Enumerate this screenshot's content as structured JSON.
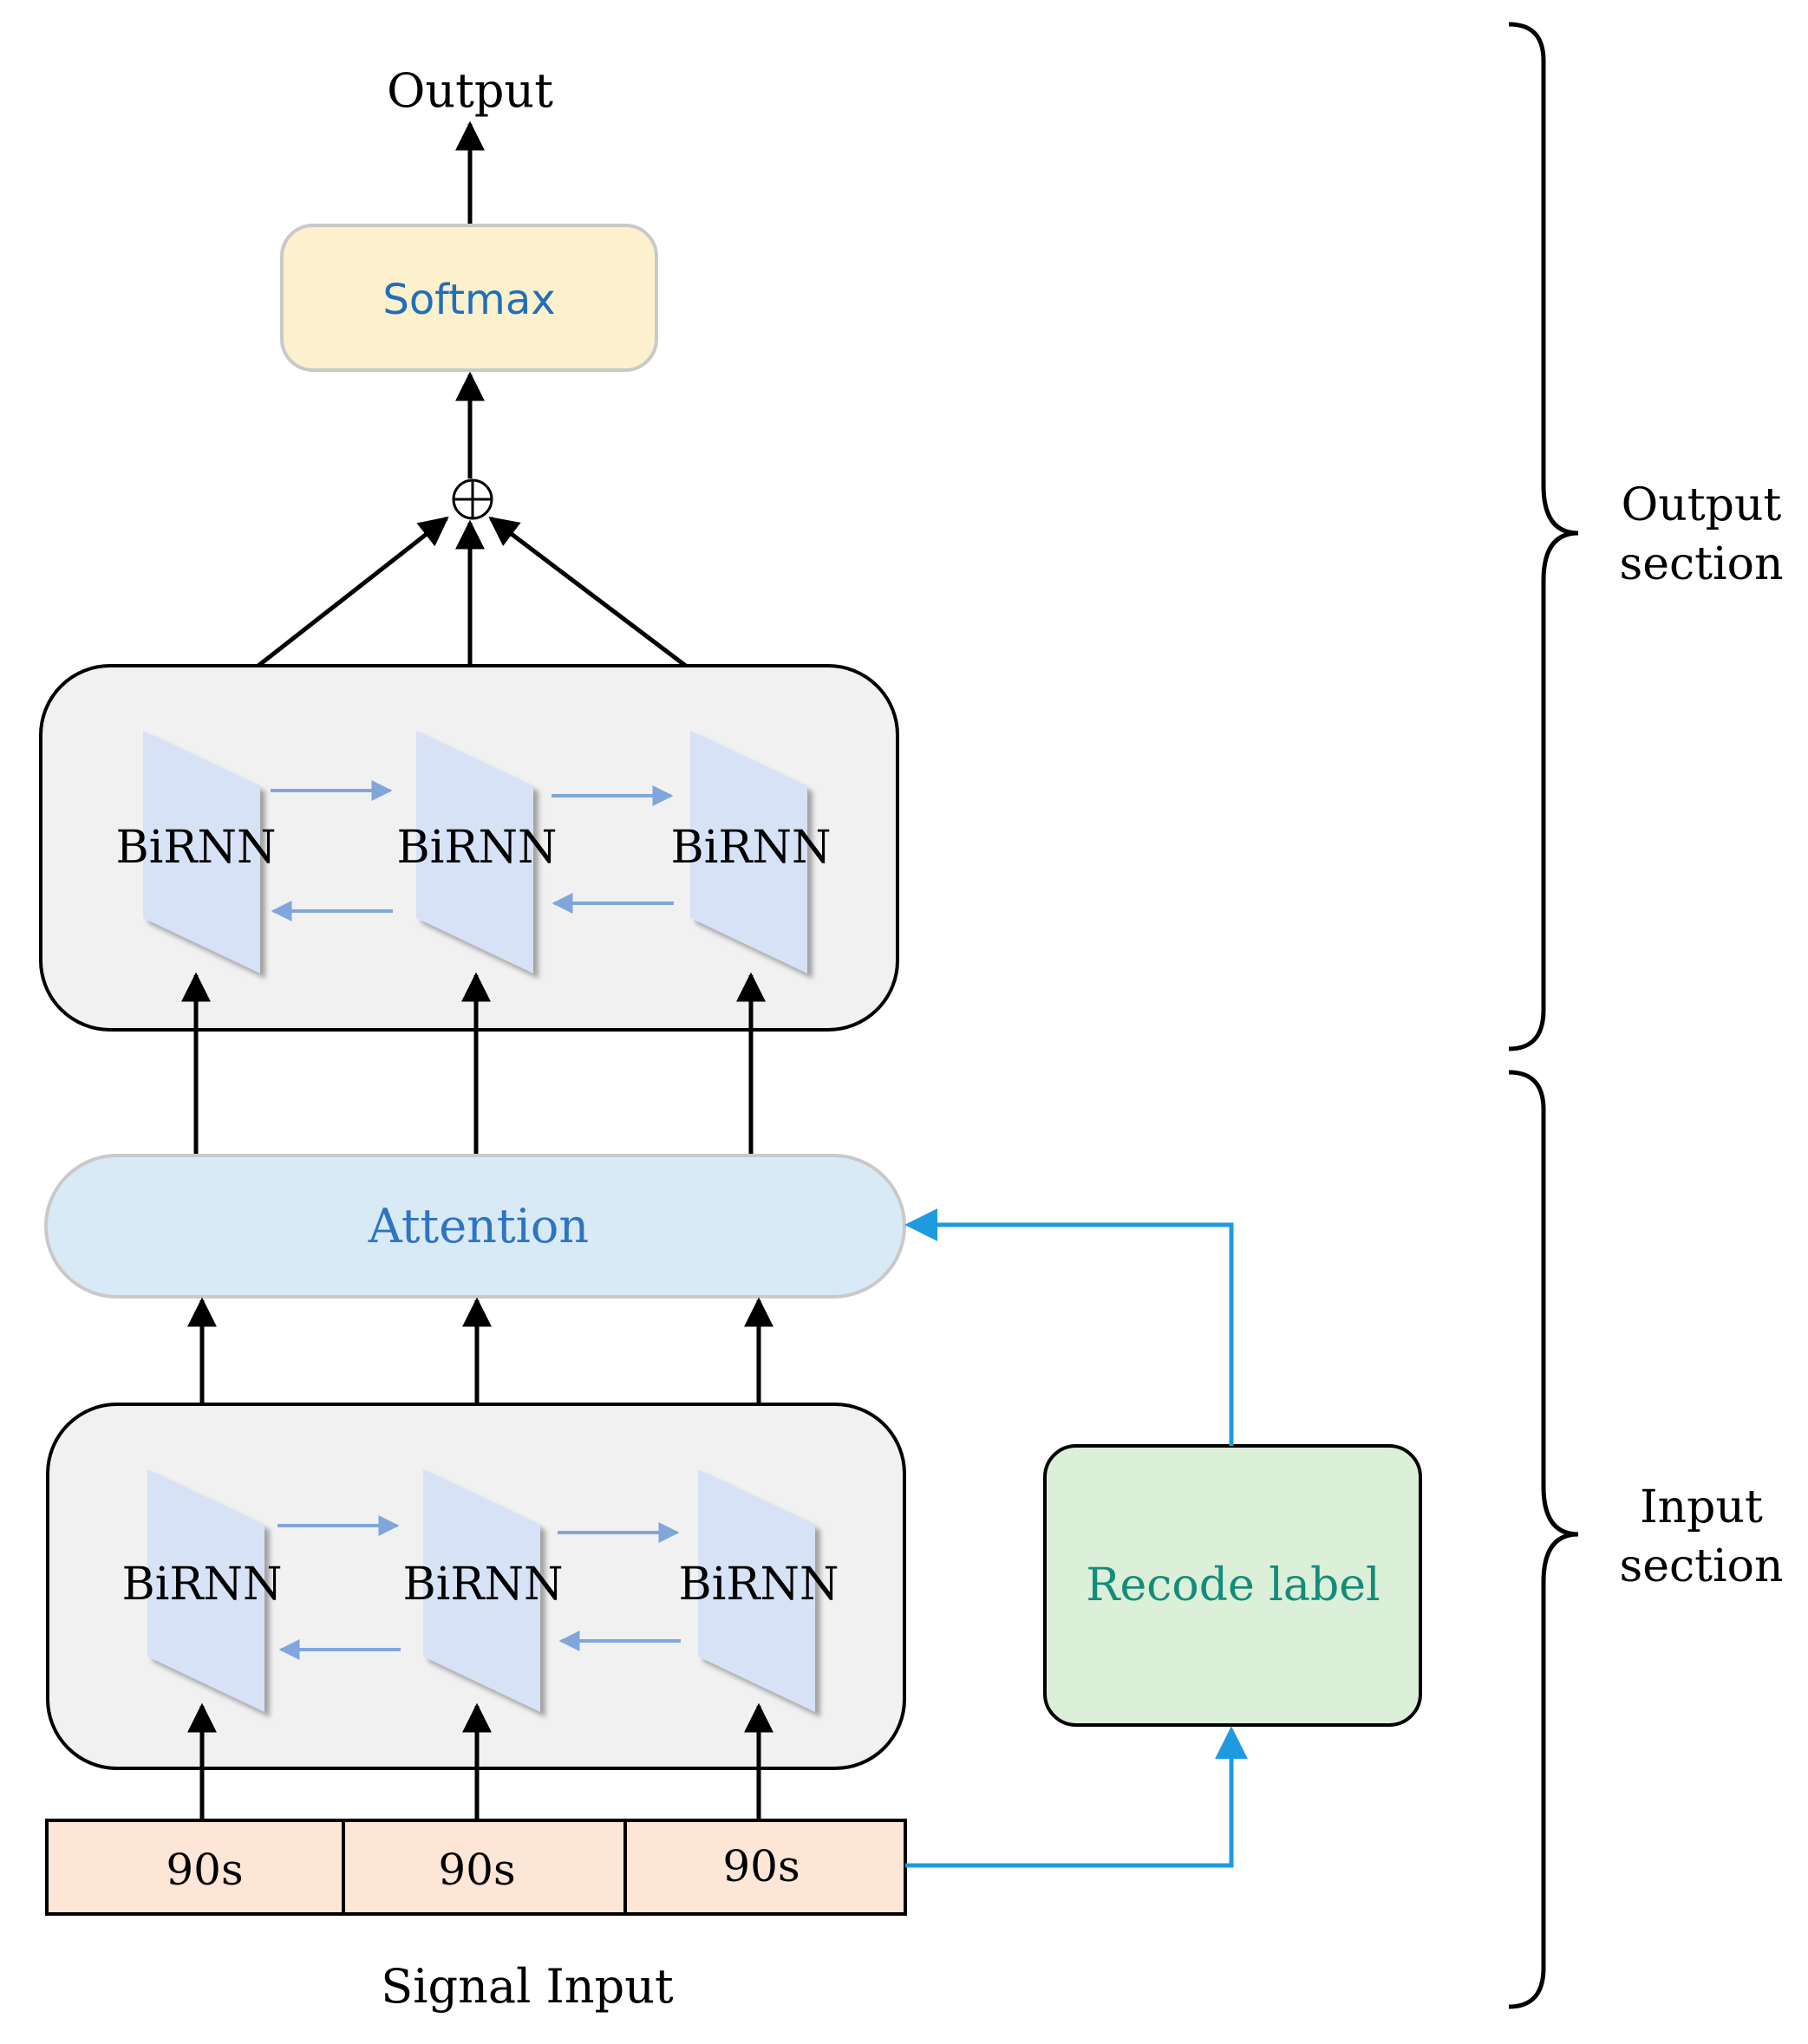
{
  "output": {
    "label": "Output"
  },
  "softmax": {
    "label": "Softmax",
    "fill": "#fdf0cc",
    "text_color": "#1f6fba"
  },
  "combine": {
    "symbol": "⊕"
  },
  "upper_birnn": {
    "cells": [
      "BiRNN",
      "BiRNN",
      "BiRNN"
    ]
  },
  "attention": {
    "label": "Attention",
    "fill": "#d9eaf7",
    "text_color": "#2e74c4"
  },
  "lower_birnn": {
    "cells": [
      "BiRNN",
      "BiRNN",
      "BiRNN"
    ]
  },
  "recode": {
    "label": "Recode label",
    "fill": "#dcefd9",
    "text_color": "#148c7a"
  },
  "signal": {
    "segments": [
      "90s",
      "90s",
      "90s"
    ],
    "label": "Signal Input",
    "fill": "#fde6d6"
  },
  "sections": {
    "output": [
      "Output",
      "section"
    ],
    "input": [
      "Input",
      "section"
    ]
  },
  "colors": {
    "panel_fill": "#f1f1f1",
    "cell_fill": "#d7e2f7",
    "rnn_arrow": "#7fa7dc",
    "link_arrow": "#1e9be0",
    "arrow": "#000000"
  }
}
